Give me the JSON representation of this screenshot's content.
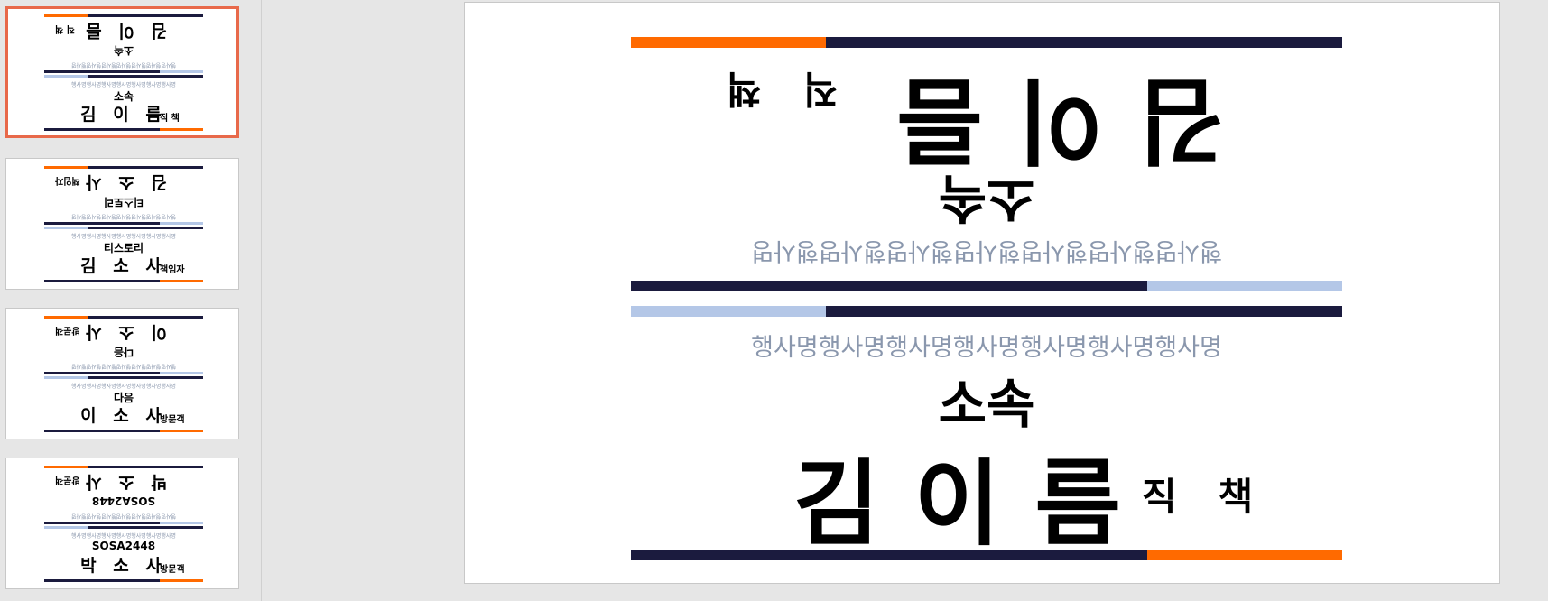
{
  "colors": {
    "orange": "#ff6a00",
    "navy": "#1b1b3e",
    "light_blue": "#b4c7e7",
    "event_text": "#8a97ad",
    "selection": "#e8694a"
  },
  "slides": [
    {
      "event": "행사명행사명행사명행사명행사명행사명행사명",
      "affiliation": "소속",
      "name": "김 이 름",
      "position": "직 책"
    },
    {
      "event": "행사명행사명행사명행사명행사명행사명행사명",
      "affiliation": "티스토리",
      "name": "김 소 사",
      "position": "책임자"
    },
    {
      "event": "행사명행사명행사명행사명행사명행사명행사명",
      "affiliation": "다음",
      "name": "이 소 사",
      "position": "방문객"
    },
    {
      "event": "행사명행사명행사명행사명행사명행사명행사명",
      "affiliation": "SOSA2448",
      "name": "박 소 사",
      "position": "방문객"
    }
  ],
  "main": {
    "event": "행사명행사명행사명행사명행사명행사명행사명",
    "affiliation": "소속",
    "name": "김이름",
    "position": "직책"
  }
}
